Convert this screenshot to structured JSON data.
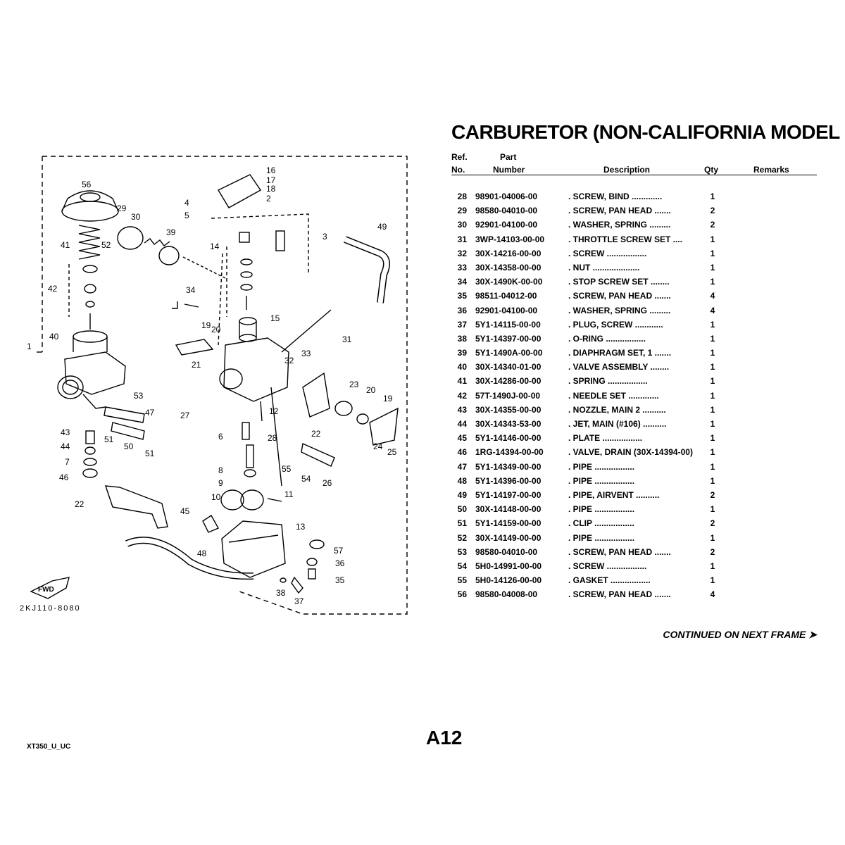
{
  "title": "CARBURETOR (NON-CALIFORNIA MODEL",
  "columns": {
    "ref_line1": "Ref.",
    "ref_line2": "No.",
    "part_line1": "Part",
    "part_line2": "Number",
    "description": "Description",
    "qty": "Qty",
    "remarks": "Remarks"
  },
  "parts": [
    {
      "ref": "28",
      "part_number": "98901-04006-00",
      "description": ". SCREW, BIND .............",
      "qty": "1"
    },
    {
      "ref": "29",
      "part_number": "98580-04010-00",
      "description": ". SCREW, PAN HEAD .......",
      "qty": "2"
    },
    {
      "ref": "30",
      "part_number": "92901-04100-00",
      "description": ". WASHER, SPRING .........",
      "qty": "2"
    },
    {
      "ref": "31",
      "part_number": "3WP-14103-00-00",
      "description": ". THROTTLE SCREW SET ....",
      "qty": "1"
    },
    {
      "ref": "32",
      "part_number": "30X-14216-00-00",
      "description": ". SCREW .................",
      "qty": "1"
    },
    {
      "ref": "33",
      "part_number": "30X-14358-00-00",
      "description": ". NUT ....................",
      "qty": "1"
    },
    {
      "ref": "34",
      "part_number": "30X-1490K-00-00",
      "description": ". STOP SCREW SET ........",
      "qty": "1"
    },
    {
      "ref": "35",
      "part_number": "98511-04012-00",
      "description": ". SCREW, PAN HEAD .......",
      "qty": "4"
    },
    {
      "ref": "36",
      "part_number": "92901-04100-00",
      "description": ". WASHER, SPRING .........",
      "qty": "4"
    },
    {
      "ref": "37",
      "part_number": "5Y1-14115-00-00",
      "description": ". PLUG, SCREW ............",
      "qty": "1"
    },
    {
      "ref": "38",
      "part_number": "5Y1-14397-00-00",
      "description": ". O-RING .................",
      "qty": "1"
    },
    {
      "ref": "39",
      "part_number": "5Y1-1490A-00-00",
      "description": ". DIAPHRAGM SET, 1 .......",
      "qty": "1"
    },
    {
      "ref": "40",
      "part_number": "30X-14340-01-00",
      "description": ". VALVE ASSEMBLY ........",
      "qty": "1"
    },
    {
      "ref": "41",
      "part_number": "30X-14286-00-00",
      "description": ". SPRING .................",
      "qty": "1"
    },
    {
      "ref": "42",
      "part_number": "57T-1490J-00-00",
      "description": ". NEEDLE SET .............",
      "qty": "1"
    },
    {
      "ref": "43",
      "part_number": "30X-14355-00-00",
      "description": ". NOZZLE, MAIN 2 ..........",
      "qty": "1"
    },
    {
      "ref": "44",
      "part_number": "30X-14343-53-00",
      "description": ". JET, MAIN (#106) ..........",
      "qty": "1"
    },
    {
      "ref": "45",
      "part_number": "5Y1-14146-00-00",
      "description": ". PLATE .................",
      "qty": "1"
    },
    {
      "ref": "46",
      "part_number": "1RG-14394-00-00",
      "description": ". VALVE, DRAIN (30X-14394-00)",
      "qty": "1"
    },
    {
      "ref": "47",
      "part_number": "5Y1-14349-00-00",
      "description": ". PIPE .................",
      "qty": "1"
    },
    {
      "ref": "48",
      "part_number": "5Y1-14396-00-00",
      "description": ". PIPE .................",
      "qty": "1"
    },
    {
      "ref": "49",
      "part_number": "5Y1-14197-00-00",
      "description": ". PIPE, AIRVENT ..........",
      "qty": "2"
    },
    {
      "ref": "50",
      "part_number": "30X-14148-00-00",
      "description": ". PIPE .................",
      "qty": "1"
    },
    {
      "ref": "51",
      "part_number": "5Y1-14159-00-00",
      "description": ". CLIP .................",
      "qty": "2"
    },
    {
      "ref": "52",
      "part_number": "30X-14149-00-00",
      "description": ". PIPE .................",
      "qty": "1"
    },
    {
      "ref": "53",
      "part_number": "98580-04010-00",
      "description": ". SCREW, PAN HEAD .......",
      "qty": "2"
    },
    {
      "ref": "54",
      "part_number": "5H0-14991-00-00",
      "description": ". SCREW .................",
      "qty": "1"
    },
    {
      "ref": "55",
      "part_number": "5H0-14126-00-00",
      "description": ". GASKET .................",
      "qty": "1"
    },
    {
      "ref": "56",
      "part_number": "98580-04008-00",
      "description": ". SCREW, PAN HEAD .......",
      "qty": "4"
    }
  ],
  "continued_text": "CONTINUED ON NEXT FRAME ➤",
  "page_number": "A12",
  "model_code": "XT350_U_UC",
  "drawing_code": "2KJ110-8080",
  "fwd_label": "FWD",
  "callouts": [
    "56",
    "29",
    "30",
    "52",
    "41",
    "42",
    "40",
    "1",
    "53",
    "47",
    "43",
    "44",
    "7",
    "46",
    "50",
    "51",
    "22",
    "39",
    "14",
    "4",
    "5",
    "16",
    "17",
    "18",
    "2",
    "3",
    "49",
    "34",
    "19",
    "20",
    "21",
    "15",
    "31",
    "33",
    "32",
    "23",
    "20",
    "19",
    "27",
    "6",
    "12",
    "28",
    "8",
    "9",
    "55",
    "54",
    "26",
    "22",
    "24",
    "25",
    "10",
    "11",
    "45",
    "13",
    "48",
    "57",
    "36",
    "35",
    "38",
    "37",
    "51"
  ]
}
